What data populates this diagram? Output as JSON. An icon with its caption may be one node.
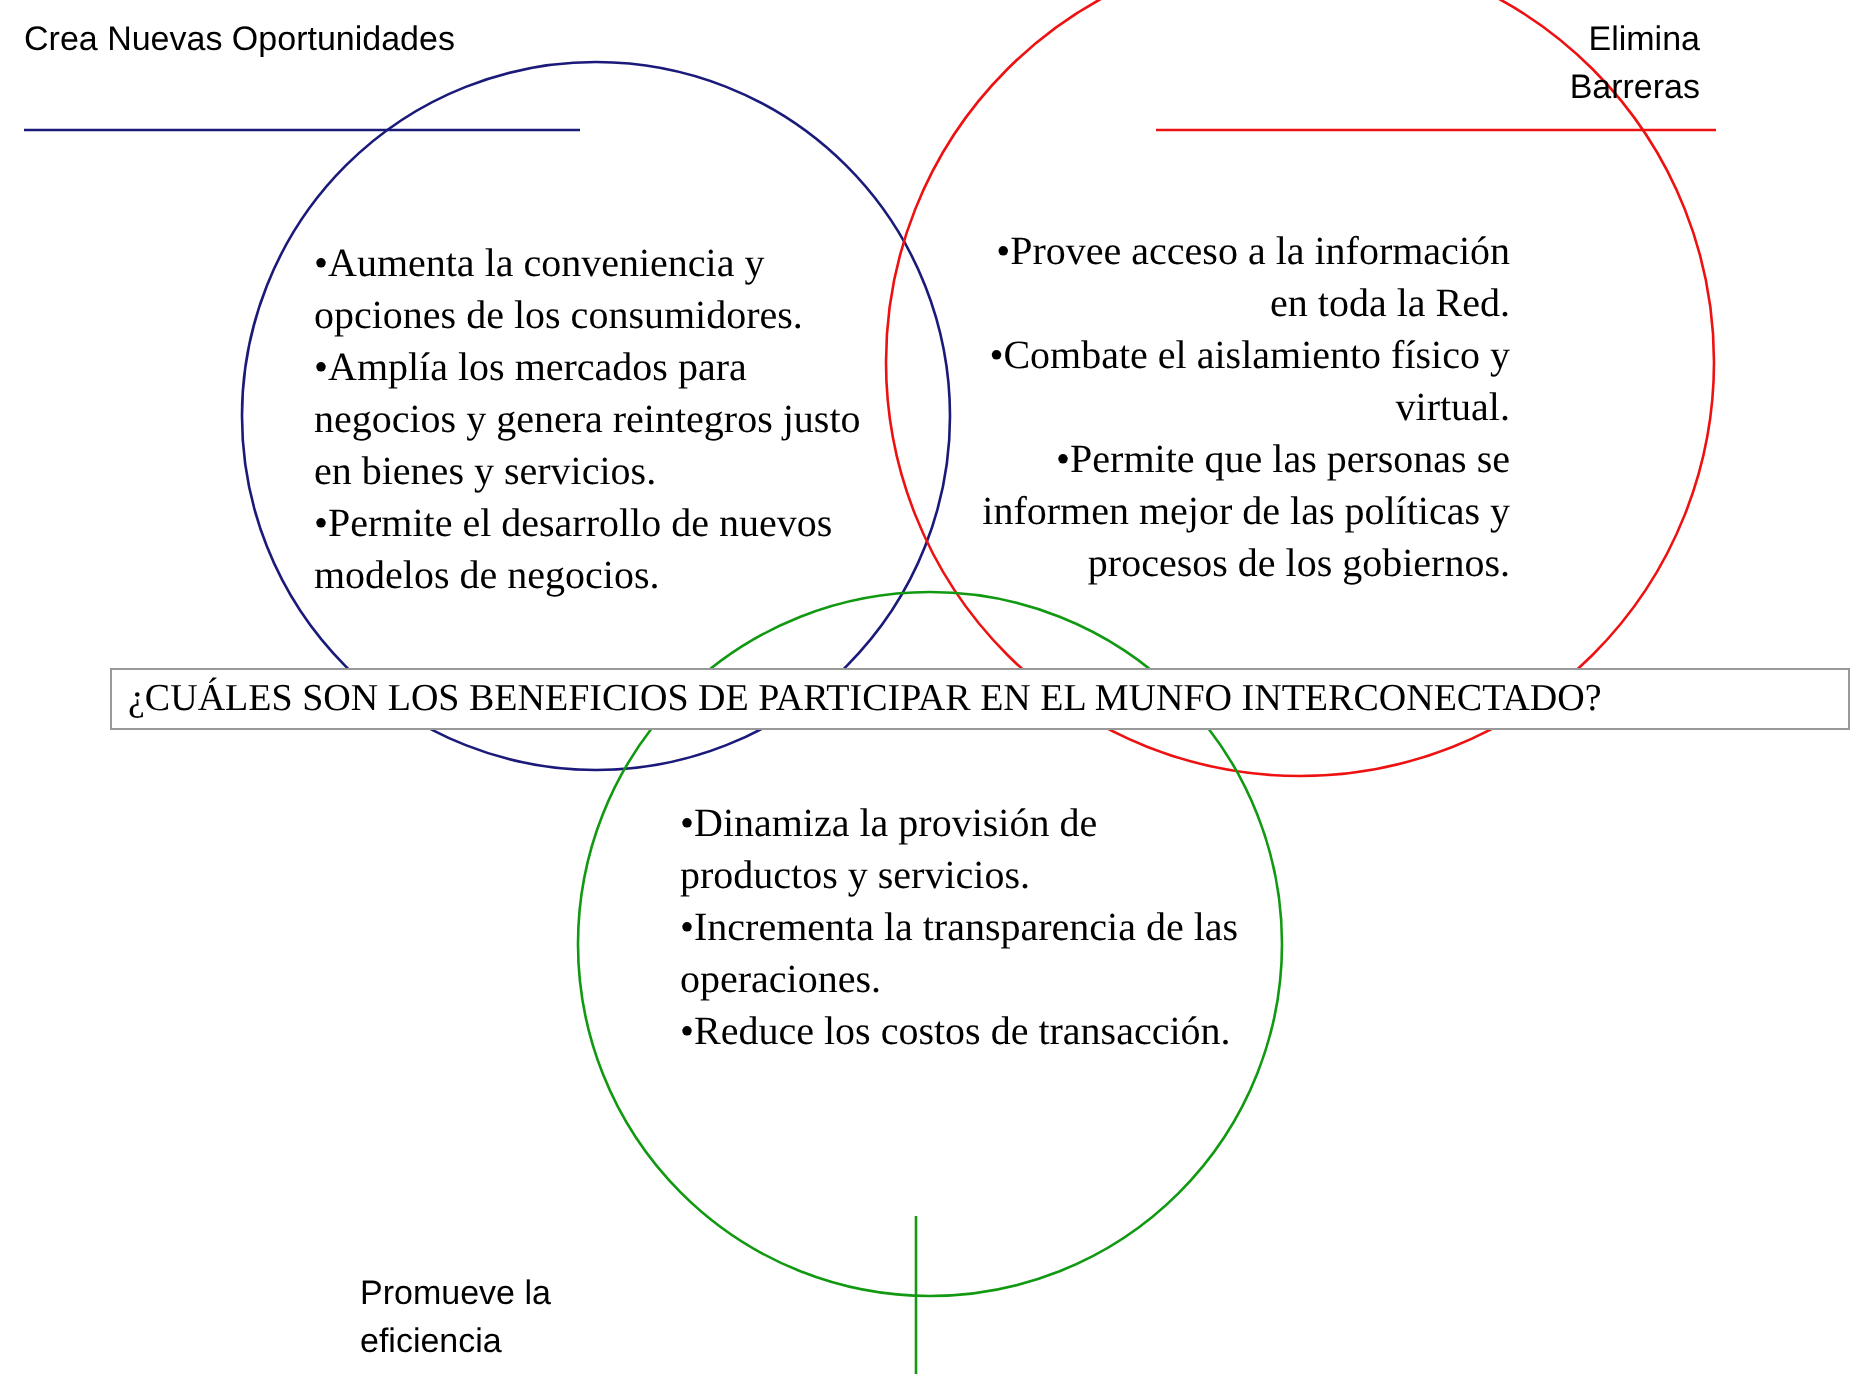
{
  "diagram": {
    "nodes": [
      {
        "text": [
          "Crea Nuevas Oportunidades",
          "•Aumenta la conveniencia y opciones de los consumidores.",
          "•Amplía los mercados para negocios y genera reintegros justo en bienes y servicios.",
          "•Permite el desarrollo de nuevos modelos de negocios."
        ]
      },
      {
        "text": [
          "Elimina Barreras",
          "•Provee acceso a la información en toda la Red.",
          "•Combate el aislamiento físico y virtual.",
          "•Permite que las personas se informen mejor de las políticas y procesos de los gobiernos."
        ]
      },
      {
        "text": [
          "Promueve la eficiencia",
          "•Dinamiza la provisión de productos y servicios.",
          "•Incrementa la transparencia de las operaciones.",
          "•Reduce los costos de transacción."
        ]
      },
      {
        "text": [
          "¿CUÁLES SON LOS BENEFICIOS DE PARTICIPAR EN EL MUNFO INTERCONECTADO?"
        ]
      }
    ],
    "edges": []
  }
}
